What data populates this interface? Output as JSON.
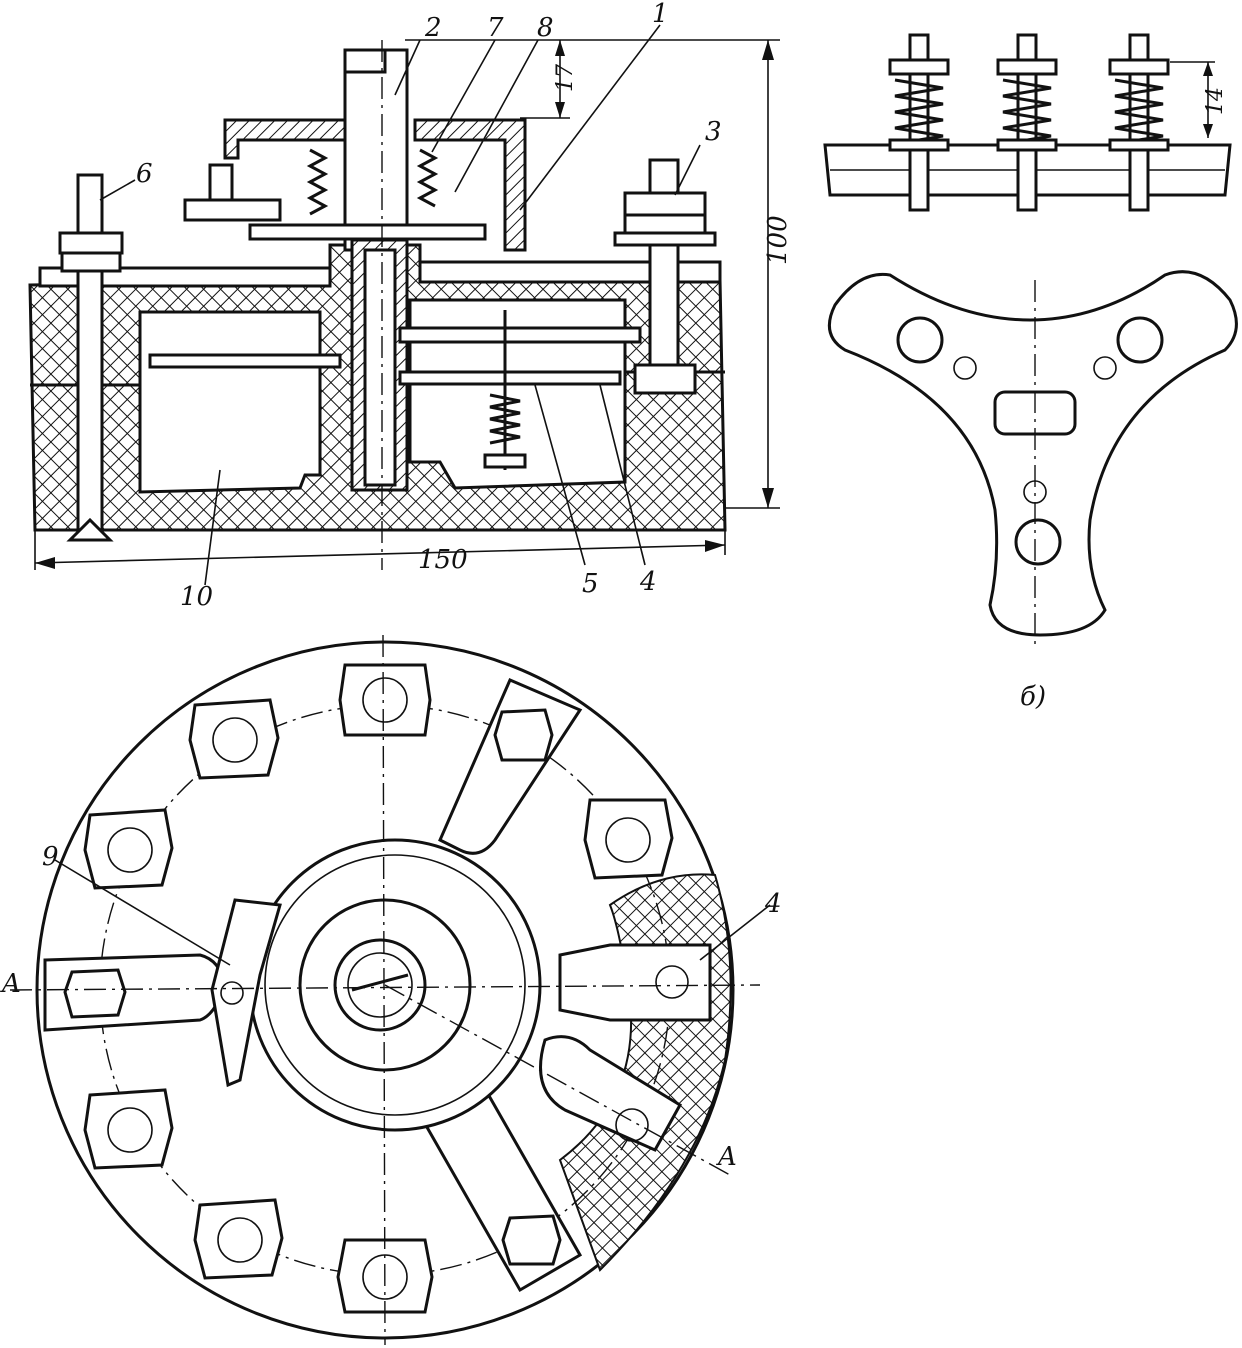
{
  "figure": {
    "callouts": [
      "1",
      "2",
      "3",
      "4",
      "5",
      "6",
      "7",
      "8",
      "9",
      "10",
      "4"
    ],
    "dimensions": {
      "height": "100",
      "width": "150",
      "shaft_top": "17",
      "spring": "14"
    },
    "section_marks": {
      "left": "A",
      "right": "A"
    },
    "subfigure_label": "б)"
  },
  "colors": {
    "ink": "#111111",
    "hatch": "#111111",
    "paper": "#ffffff"
  }
}
